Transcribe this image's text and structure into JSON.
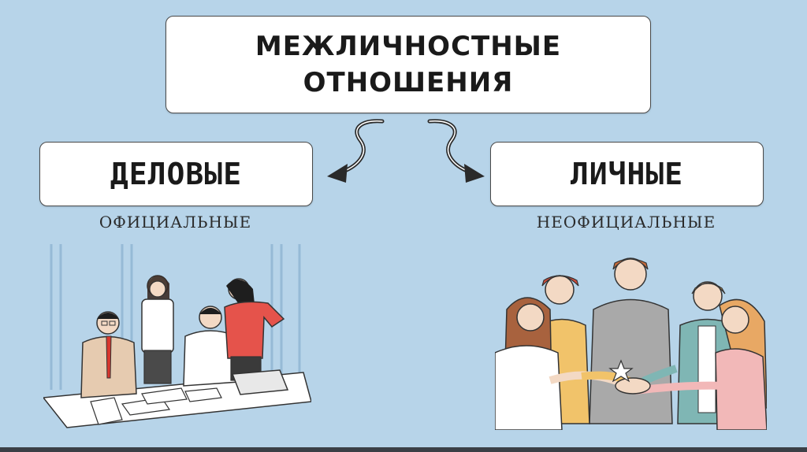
{
  "main": {
    "title_line1": "МЕЖЛИЧНОСТНЫЕ",
    "title_line2": "ОТНОШЕНИЯ"
  },
  "left": {
    "label": "ДЕЛОВЫЕ",
    "caption": "ОФИЦИАЛЬНЫЕ",
    "illustration": "office-team-illustration"
  },
  "right": {
    "label": "ЛИЧНЫЕ",
    "caption": "НЕОФИЦИАЛЬНЫЕ",
    "illustration": "friends-hands-together-illustration"
  },
  "colors": {
    "background": "#b7d4e9",
    "box": "#ffffff",
    "border": "#4a4a4a",
    "text": "#1a1a1a"
  }
}
